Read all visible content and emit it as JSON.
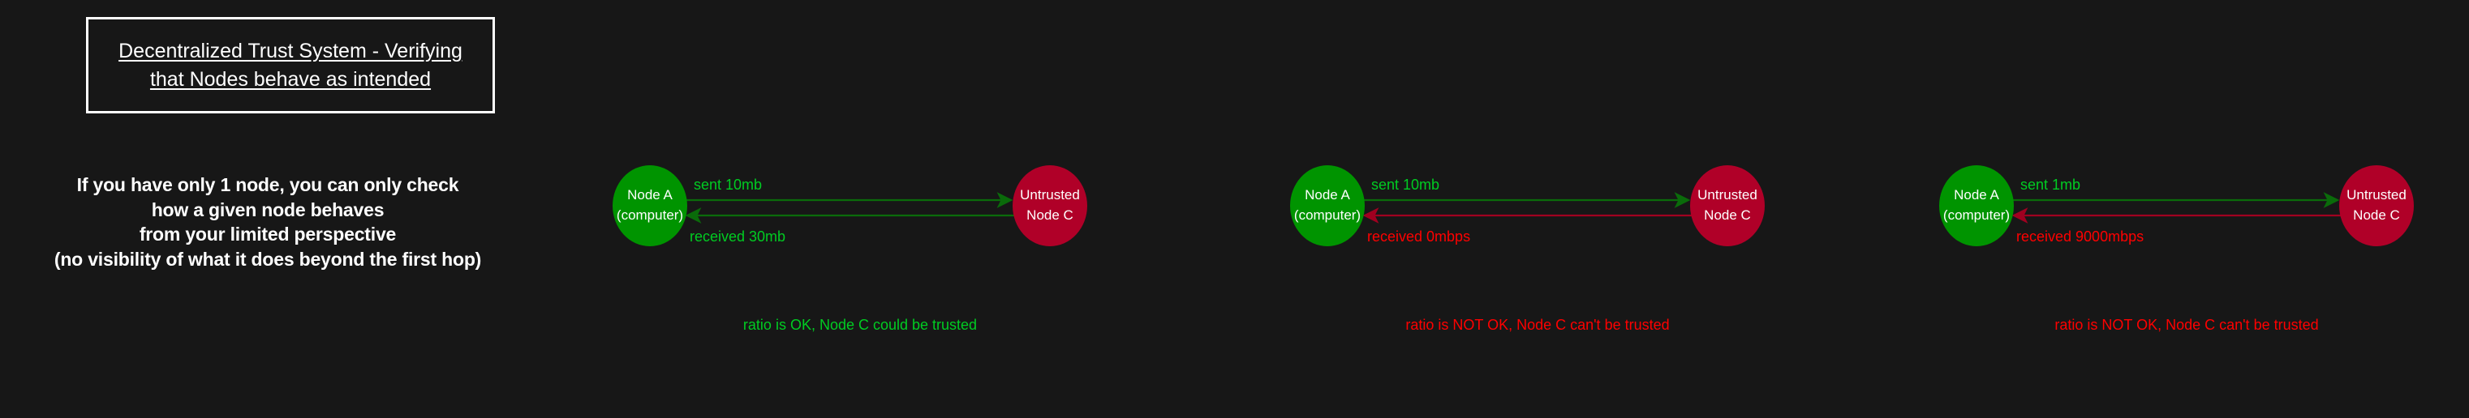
{
  "palette": {
    "background": "#171717",
    "white": "#ffffff",
    "node_a_green": "#009400",
    "node_c_red": "#b00028",
    "bright_green": "#00cc22",
    "bright_red": "#ff0000",
    "arrow_green": "#0a6b0a",
    "arrow_red": "#a00020"
  },
  "title": {
    "text": "Decentralized Trust System - Verifying\nthat Nodes behave as intended"
  },
  "intro": {
    "text": "If you have only 1 node, you can only check\nhow a given node behaves\nfrom your limited perspective\n(no visibility of what it does beyond the first hop)"
  },
  "diagrams": [
    {
      "node_a_label": "Node A\n(computer)",
      "node_c_label": "Untrusted\nNode C",
      "sent_label": "sent 10mb",
      "received_label": "received 30mb",
      "verdict_label": "ratio is OK, Node C could be trusted",
      "sent_color": "#00cc22",
      "received_color": "#00cc22",
      "verdict_color": "#00cc22",
      "arrow_out_color": "#0a6b0a",
      "arrow_in_color": "#0a6b0a"
    },
    {
      "node_a_label": "Node A\n(computer)",
      "node_c_label": "Untrusted\nNode C",
      "sent_label": "sent 10mb",
      "received_label": "received 0mbps",
      "verdict_label": "ratio is NOT OK, Node C can't be trusted",
      "sent_color": "#00cc22",
      "received_color": "#ff0000",
      "verdict_color": "#ff0000",
      "arrow_out_color": "#0a6b0a",
      "arrow_in_color": "#a00020"
    },
    {
      "node_a_label": "Node A\n(computer)",
      "node_c_label": "Untrusted\nNode C",
      "sent_label": "sent 1mb",
      "received_label": "received 9000mbps",
      "verdict_label": "ratio is NOT OK, Node C can't be trusted",
      "sent_color": "#00cc22",
      "received_color": "#ff0000",
      "verdict_color": "#ff0000",
      "arrow_out_color": "#0a6b0a",
      "arrow_in_color": "#a00020"
    }
  ]
}
